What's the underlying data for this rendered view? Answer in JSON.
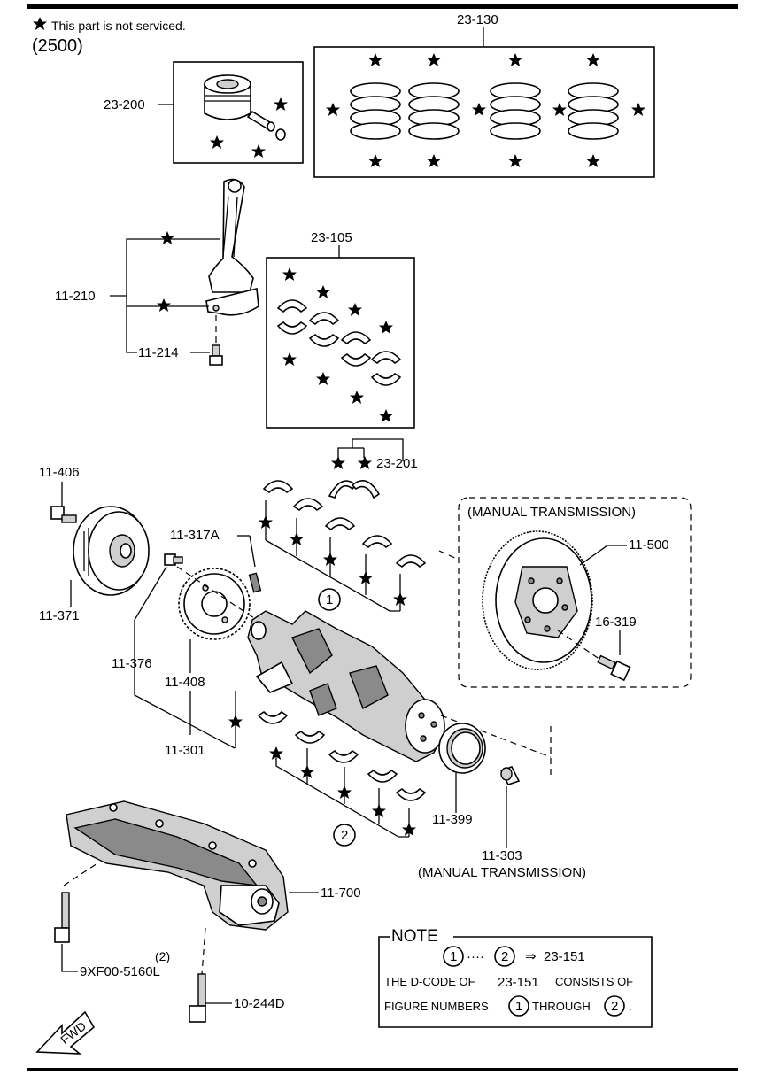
{
  "legend": {
    "star_text": "This part is not serviced.",
    "group_code": "(2500)"
  },
  "labels": {
    "p23_130": "23-130",
    "p23_200": "23-200",
    "p23_105": "23-105",
    "p11_210": "11-210",
    "p11_214": "11-214",
    "p23_201": "23-201",
    "p11_406": "11-406",
    "p11_371": "11-371",
    "p11_317a": "11-317A",
    "p11_376": "11-376",
    "p11_408": "11-408",
    "p11_301": "11-301",
    "manual_box": "(MANUAL TRANSMISSION)",
    "p11_500": "11-500",
    "p16_319": "16-319",
    "p11_399": "11-399",
    "p11_303": "11-303",
    "manual_303": "(MANUAL TRANSMISSION)",
    "p11_700": "11-700",
    "qty": "(2)",
    "p9xf00": "9XF00-5160L",
    "p10_244d": "10-244D",
    "fwd": "FWD",
    "fig1": "1",
    "fig2": "2"
  },
  "note": {
    "title": "NOTE",
    "n1": "1",
    "dots": "····",
    "n2": "2",
    "arrow": "⇒",
    "ref": "23-151",
    "line2_a": "THE D-CODE OF",
    "line2_code": "23-151",
    "line2_b": "CONSISTS OF",
    "line3_a": "FIGURE NUMBERS",
    "line3_n1": "1",
    "line3_b": "THROUGH",
    "line3_n2": "2",
    "line3_c": "."
  }
}
